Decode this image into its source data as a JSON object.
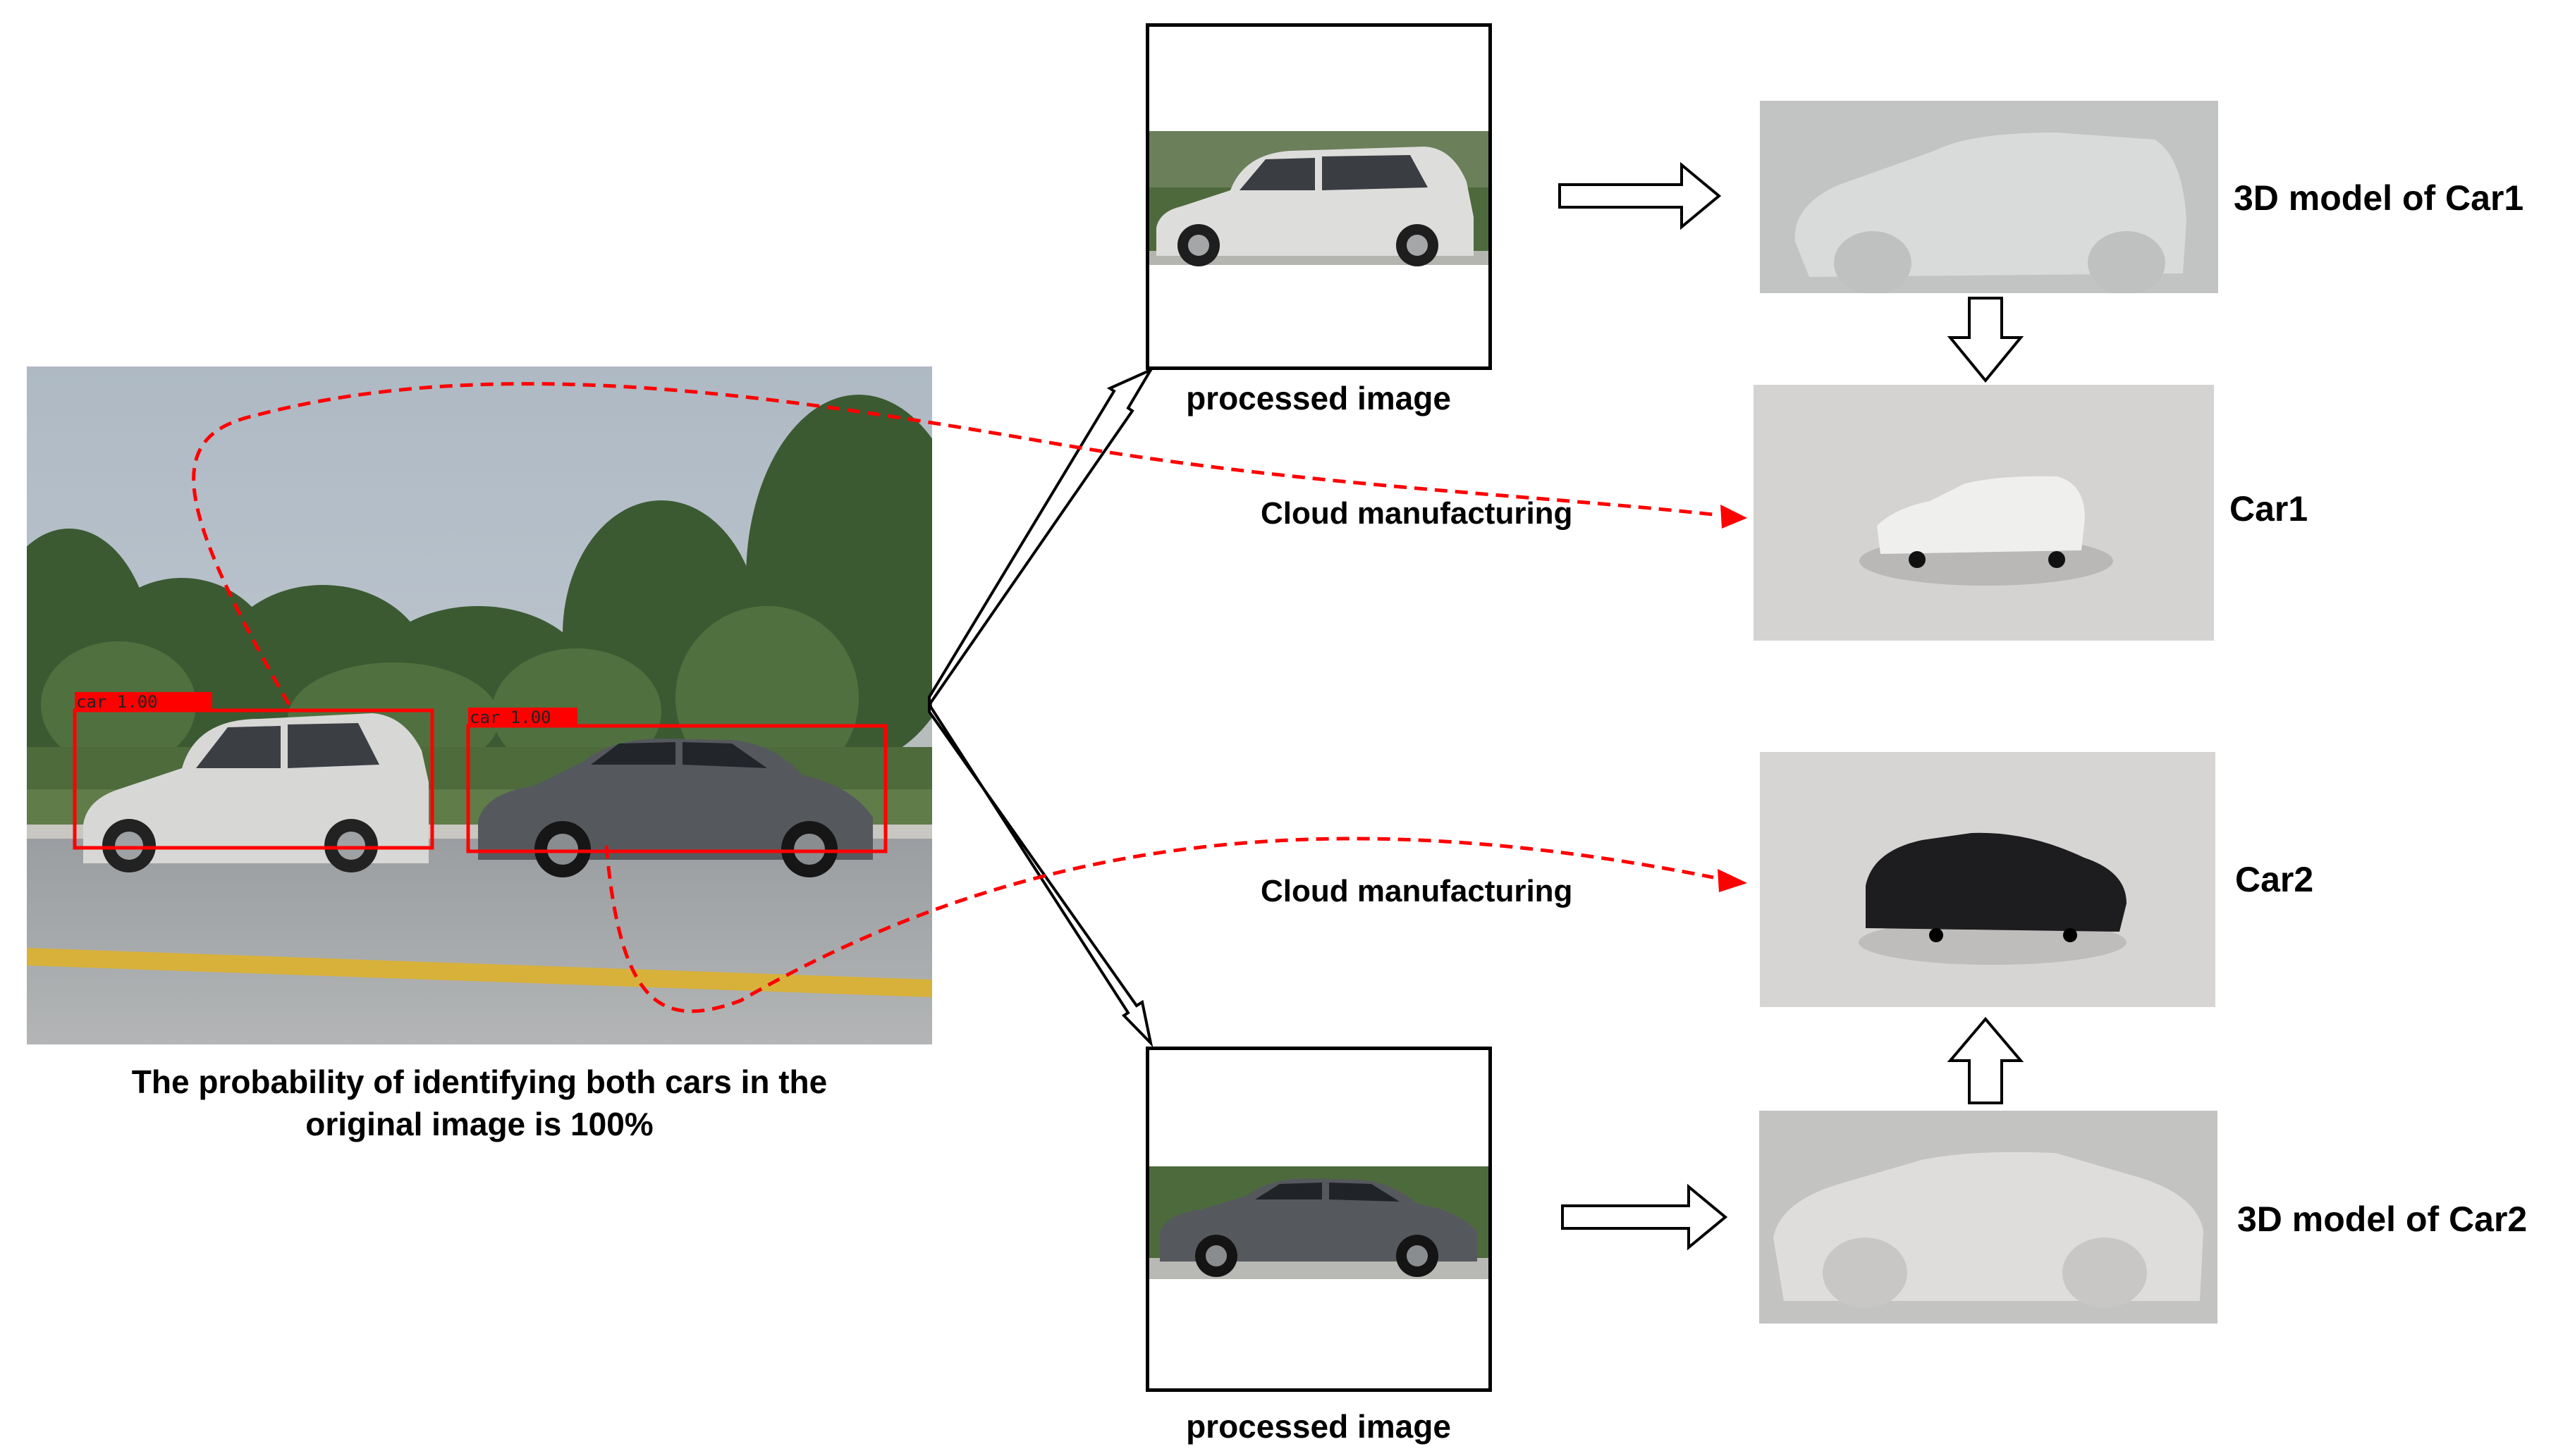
{
  "original": {
    "detections": [
      {
        "label": "car 1.00"
      },
      {
        "label": "car 1.00"
      }
    ],
    "caption_line1": "The probability of identifying both cars in the",
    "caption_line2": "original image is 100%"
  },
  "processed_top": {
    "caption": "processed image"
  },
  "processed_bottom": {
    "caption": "processed image"
  },
  "edges": {
    "cloud_top": "Cloud manufacturing",
    "cloud_bottom": "Cloud manufacturing"
  },
  "outputs": {
    "model1": "3D model of Car1",
    "car1": "Car1",
    "car2": "Car2",
    "model2": "3D model of Car2"
  },
  "colors": {
    "detection_box": "#ff0000",
    "dashed_arrow": "#ff0000"
  }
}
